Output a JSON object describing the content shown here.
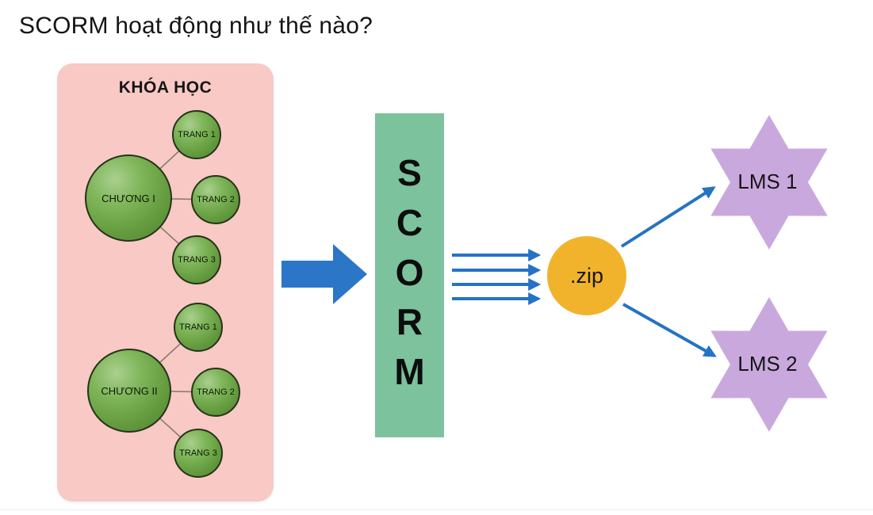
{
  "slide": {
    "title": "SCORM hoạt động như thế nào?"
  },
  "course": {
    "label": "KHÓA HỌC",
    "chapters": [
      {
        "label": "CHƯƠNG I",
        "pages": [
          "TRANG 1",
          "TRANG 2",
          "TRANG 3"
        ]
      },
      {
        "label": "CHƯƠNG II",
        "pages": [
          "TRANG 1",
          "TRANG 2",
          "TRANG 3"
        ]
      }
    ]
  },
  "scorm": {
    "letters": [
      "S",
      "C",
      "O",
      "R",
      "M"
    ]
  },
  "package": {
    "label": ".zip"
  },
  "lms": [
    {
      "label": "LMS 1"
    },
    {
      "label": "LMS 2"
    }
  ],
  "colors": {
    "panel_pink": "#F8C9C5",
    "node_green": "#669E41",
    "scorm_green": "#7CC29C",
    "arrow_blue": "#2573C4",
    "zip_orange": "#F2B32C",
    "lms_purple": "#C9A9DD",
    "connector_brown": "#8D7B6E",
    "text_black": "#111111"
  }
}
